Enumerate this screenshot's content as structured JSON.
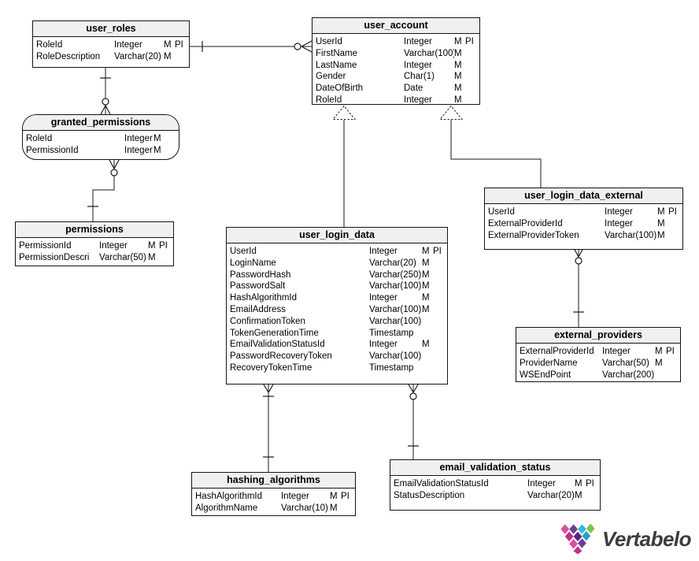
{
  "diagram": {
    "notation_flags": {
      "mandatory": "M",
      "primary_key": "PI"
    },
    "header_bg": "#f0f0f0",
    "border_color": "#141414",
    "tables": [
      {
        "name": "user_roles",
        "columns": [
          {
            "name": "RoleId",
            "type": "Integer",
            "m": "M",
            "pi": "PI"
          },
          {
            "name": "RoleDescription",
            "type": "Varchar(20)",
            "m": "M",
            "pi": ""
          }
        ]
      },
      {
        "name": "user_account",
        "columns": [
          {
            "name": "UserId",
            "type": "Integer",
            "m": "M",
            "pi": "PI"
          },
          {
            "name": "FirstName",
            "type": "Varchar(100)",
            "m": "M",
            "pi": ""
          },
          {
            "name": "LastName",
            "type": "Integer",
            "m": "M",
            "pi": ""
          },
          {
            "name": "Gender",
            "type": "Char(1)",
            "m": "M",
            "pi": ""
          },
          {
            "name": "DateOfBirth",
            "type": "Date",
            "m": "M",
            "pi": ""
          },
          {
            "name": "RoleId",
            "type": "Integer",
            "m": "M",
            "pi": ""
          }
        ]
      },
      {
        "name": "granted_permissions",
        "columns": [
          {
            "name": "RoleId",
            "type": "Integer",
            "m": "M",
            "pi": ""
          },
          {
            "name": "PermissionId",
            "type": "Integer",
            "m": "M",
            "pi": ""
          }
        ]
      },
      {
        "name": "permissions",
        "columns": [
          {
            "name": "PermissionId",
            "type": "Integer",
            "m": "M",
            "pi": "PI"
          },
          {
            "name": "PermissionDescri",
            "type": "Varchar(50)",
            "m": "M",
            "pi": ""
          }
        ]
      },
      {
        "name": "user_login_data",
        "columns": [
          {
            "name": "UserId",
            "type": "Integer",
            "m": "M",
            "pi": "PI"
          },
          {
            "name": "LoginName",
            "type": "Varchar(20)",
            "m": "M",
            "pi": ""
          },
          {
            "name": "PasswordHash",
            "type": "Varchar(250)",
            "m": "M",
            "pi": ""
          },
          {
            "name": "PasswordSalt",
            "type": "Varchar(100)",
            "m": "M",
            "pi": ""
          },
          {
            "name": "HashAlgorithmId",
            "type": "Integer",
            "m": "M",
            "pi": ""
          },
          {
            "name": "EmailAddress",
            "type": "Varchar(100)",
            "m": "M",
            "pi": ""
          },
          {
            "name": "ConfirmationToken",
            "type": "Varchar(100)",
            "m": "",
            "pi": ""
          },
          {
            "name": "TokenGenerationTime",
            "type": "Timestamp",
            "m": "",
            "pi": ""
          },
          {
            "name": "EmailValidationStatusId",
            "type": "Integer",
            "m": "M",
            "pi": ""
          },
          {
            "name": "PasswordRecoveryToken",
            "type": "Varchar(100)",
            "m": "",
            "pi": ""
          },
          {
            "name": "RecoveryTokenTime",
            "type": "Timestamp",
            "m": "",
            "pi": ""
          }
        ]
      },
      {
        "name": "user_login_data_external",
        "columns": [
          {
            "name": "UserId",
            "type": "Integer",
            "m": "M",
            "pi": "PI"
          },
          {
            "name": "ExternalProviderId",
            "type": "Integer",
            "m": "M",
            "pi": ""
          },
          {
            "name": "ExternalProviderToken",
            "type": "Varchar(100)",
            "m": "M",
            "pi": ""
          }
        ]
      },
      {
        "name": "external_providers",
        "columns": [
          {
            "name": "ExternalProviderId",
            "type": "Integer",
            "m": "M",
            "pi": "PI"
          },
          {
            "name": "ProviderName",
            "type": "Varchar(50)",
            "m": "M",
            "pi": ""
          },
          {
            "name": "WSEndPoint",
            "type": "Varchar(200)",
            "m": "",
            "pi": ""
          }
        ]
      },
      {
        "name": "hashing_algorithms",
        "columns": [
          {
            "name": "HashAlgorithmId",
            "type": "Integer",
            "m": "M",
            "pi": "PI"
          },
          {
            "name": "AlgorithmName",
            "type": "Varchar(10)",
            "m": "M",
            "pi": ""
          }
        ]
      },
      {
        "name": "email_validation_status",
        "columns": [
          {
            "name": "EmailValidationStatusId",
            "type": "Integer",
            "m": "M",
            "pi": "PI"
          },
          {
            "name": "StatusDescription",
            "type": "Varchar(20)",
            "m": "M",
            "pi": ""
          }
        ]
      }
    ],
    "relationships": [
      {
        "from": "user_roles",
        "to": "user_account",
        "from_cardinality": "one",
        "to_cardinality": "zero-or-many"
      },
      {
        "from": "user_roles",
        "to": "granted_permissions",
        "from_cardinality": "one",
        "to_cardinality": "zero-or-many"
      },
      {
        "from": "permissions",
        "to": "granted_permissions",
        "from_cardinality": "one",
        "to_cardinality": "zero-or-many"
      },
      {
        "from": "user_account",
        "to": "user_login_data",
        "type": "subtype"
      },
      {
        "from": "user_account",
        "to": "user_login_data_external",
        "type": "subtype"
      },
      {
        "from": "hashing_algorithms",
        "to": "user_login_data",
        "from_cardinality": "one",
        "to_cardinality": "one-or-many"
      },
      {
        "from": "email_validation_status",
        "to": "user_login_data",
        "from_cardinality": "one",
        "to_cardinality": "zero-or-many"
      },
      {
        "from": "external_providers",
        "to": "user_login_data_external",
        "from_cardinality": "one",
        "to_cardinality": "zero-or-many"
      }
    ]
  },
  "logo": {
    "text": "Vertabelo",
    "text_color": "#3c3c3c",
    "tiles": [
      "#d84f9f",
      "#6c3e98",
      "#39b7dd",
      "#7cc142",
      "#c02e8c",
      "#532a7d",
      "#2f9ec7",
      "#d84f9f",
      "#6c3e98",
      "#c02e8c"
    ]
  }
}
